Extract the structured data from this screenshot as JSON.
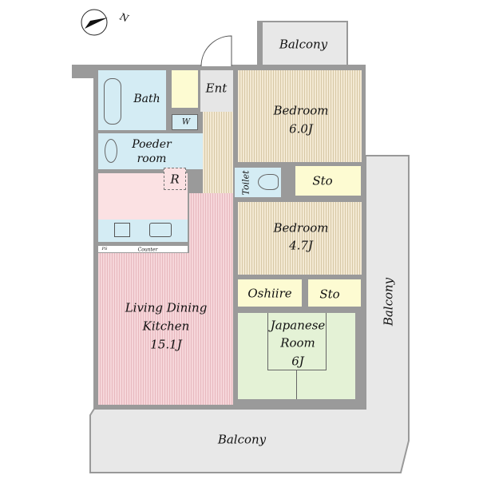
{
  "compass": {
    "north_label": "N"
  },
  "rooms": {
    "balcony_top": "Balcony",
    "balcony_right": "Balcony",
    "balcony_bottom": "Balcony",
    "bath": "Bath",
    "entrance": "Ent",
    "washer": "W",
    "powder_room": [
      "Poeder",
      "room"
    ],
    "refrigerator": "R",
    "bedroom1": {
      "name": "Bedroom",
      "size": "6.0J"
    },
    "toilet": "Toilet",
    "storage1": "Sto",
    "bedroom2": {
      "name": "Bedroom",
      "size": "4.7J"
    },
    "oshiire": "Oshiire",
    "storage2": "Sto",
    "ldk": {
      "name1": "Living Dining",
      "name2": "Kitchen",
      "size": "15.1J"
    },
    "japanese": {
      "name1": "Japanese",
      "name2": "Room",
      "size": "6J"
    },
    "counter": "Counter",
    "ps": "PS"
  },
  "colors": {
    "wall": "#9a9a9a",
    "wet": "#d4ecf4",
    "storage": "#fdfbd2",
    "ldk": "#fbe1e3",
    "bedroom": "#f3e9d3",
    "tatami": "#e4f2d6",
    "balcony": "#e8e8e8"
  }
}
